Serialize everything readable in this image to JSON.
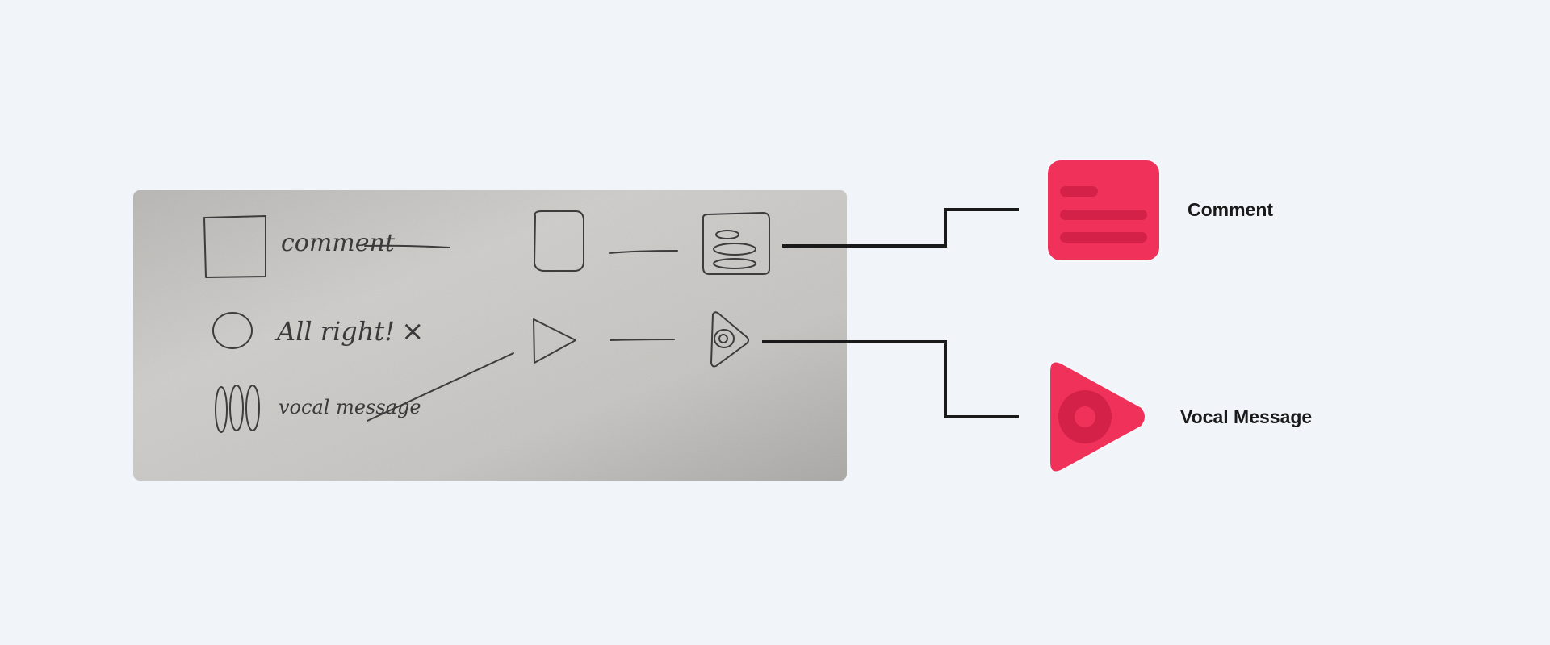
{
  "sketch": {
    "handwritten_labels": [
      "comment",
      "All right!",
      "vocal message"
    ]
  },
  "icons": {
    "comment": {
      "label": "Comment",
      "name": "comment-icon",
      "color": "#f0325a",
      "accent": "#d42148"
    },
    "vocal": {
      "label": "Vocal Message",
      "name": "vocal-message-icon",
      "color": "#f0325a",
      "accent": "#d42148"
    }
  },
  "colors": {
    "background": "#f1f4f9",
    "connector": "#1a1a1a",
    "paper": "#c2c0bd"
  }
}
